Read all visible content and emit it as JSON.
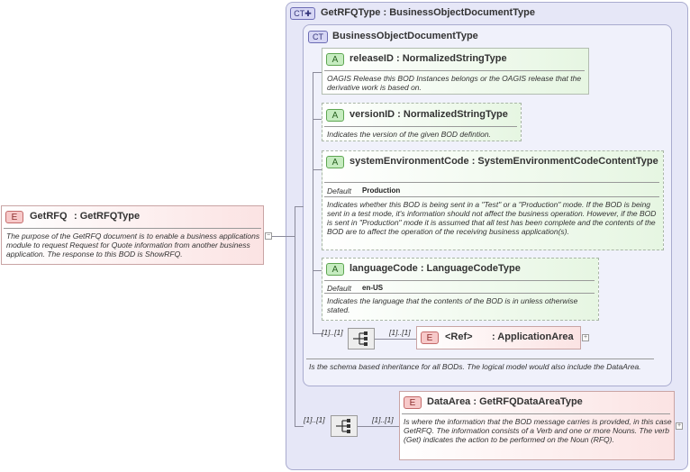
{
  "root": {
    "badge": "E",
    "name": "GetRFQ",
    "type": ": GetRFQType",
    "description": "The purpose of the GetRFQ document is to enable a business applications module to request Request for Quote information from another business application. The response to this BOD is ShowRFQ."
  },
  "outer_type": {
    "badge": "CT",
    "label": "GetRFQType : BusinessObjectDocumentType"
  },
  "inner_type": {
    "badge": "CT",
    "label": "BusinessObjectDocumentType",
    "description": "Is the schema based inheritance for all BODs. The logical model would also include the DataArea."
  },
  "attributes": [
    {
      "badge": "A",
      "label": "releaseID : NormalizedStringType",
      "description": "OAGIS Release this BOD Instances belongs or the OAGIS release that the derivative work is based on."
    },
    {
      "badge": "A",
      "label": "versionID : NormalizedStringType",
      "description": "Indicates the version of the given BOD defintion."
    },
    {
      "badge": "A",
      "label": "systemEnvironmentCode : SystemEnvironmentCodeContentType",
      "default_label": "Default",
      "default_value": "Production",
      "description": "Indicates whether this BOD is being sent in a \"Test\" or a \"Production\" mode. If the BOD is being sent in a test mode, it's information should not affect the business operation. However, if the BOD is sent in \"Production\" mode it is assumed that all test has been complete and the contents of the BOD are to affect the operation of the receiving business application(s)."
    },
    {
      "badge": "A",
      "label": "languageCode : LanguageCodeType",
      "default_label": "Default",
      "default_value": "en-US",
      "description": "Indicates the language that the contents of the BOD is in unless otherwise stated."
    }
  ],
  "app_area": {
    "mult_left": "[1]..[1]",
    "mult_right": "[1]..[1]",
    "badge": "E",
    "ref": "<Ref>",
    "name": ": ApplicationArea"
  },
  "data_area": {
    "mult_left": "[1]..[1]",
    "mult_right": "[1]..[1]",
    "badge": "E",
    "label": "DataArea : GetRFQDataAreaType",
    "description": "Is where the information that the BOD message carries is provided, in this case GetRFQ. The information consists of a Verb and one or more Nouns. The verb (Get) indicates the action to be performed on the Noun (RFQ)."
  },
  "colors": {
    "outer_bg": "#e6e7f7",
    "inner_bg": "#f0f1fb",
    "element_accent": "#f7c9c9",
    "attribute_accent": "#c6ecc0",
    "complex_type_accent": "#d6d6f4"
  }
}
